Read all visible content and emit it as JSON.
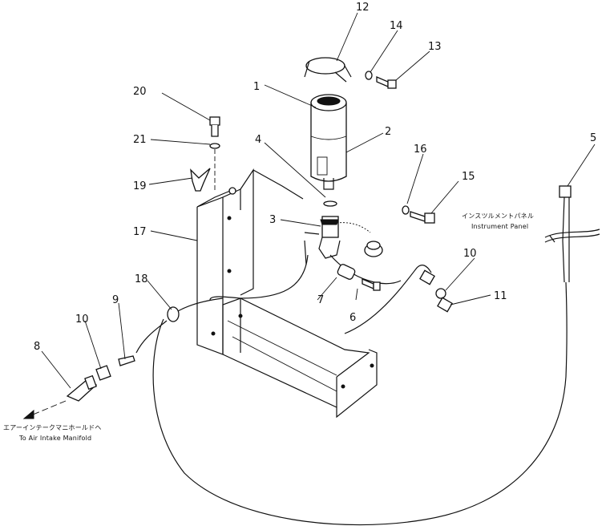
{
  "callouts": [
    "1",
    "2",
    "3",
    "4",
    "5",
    "6",
    "7",
    "8",
    "9",
    "10",
    "11",
    "12",
    "13",
    "14",
    "15",
    "16",
    "17",
    "18",
    "19",
    "20",
    "21"
  ],
  "annotations": {
    "instrument_panel_jp": "インスツルメントパネル",
    "instrument_panel_en": "Instrument Panel",
    "air_intake_jp": "エアーインテークマニホールドヘ",
    "air_intake_en": "To Air Intake Manifold"
  }
}
